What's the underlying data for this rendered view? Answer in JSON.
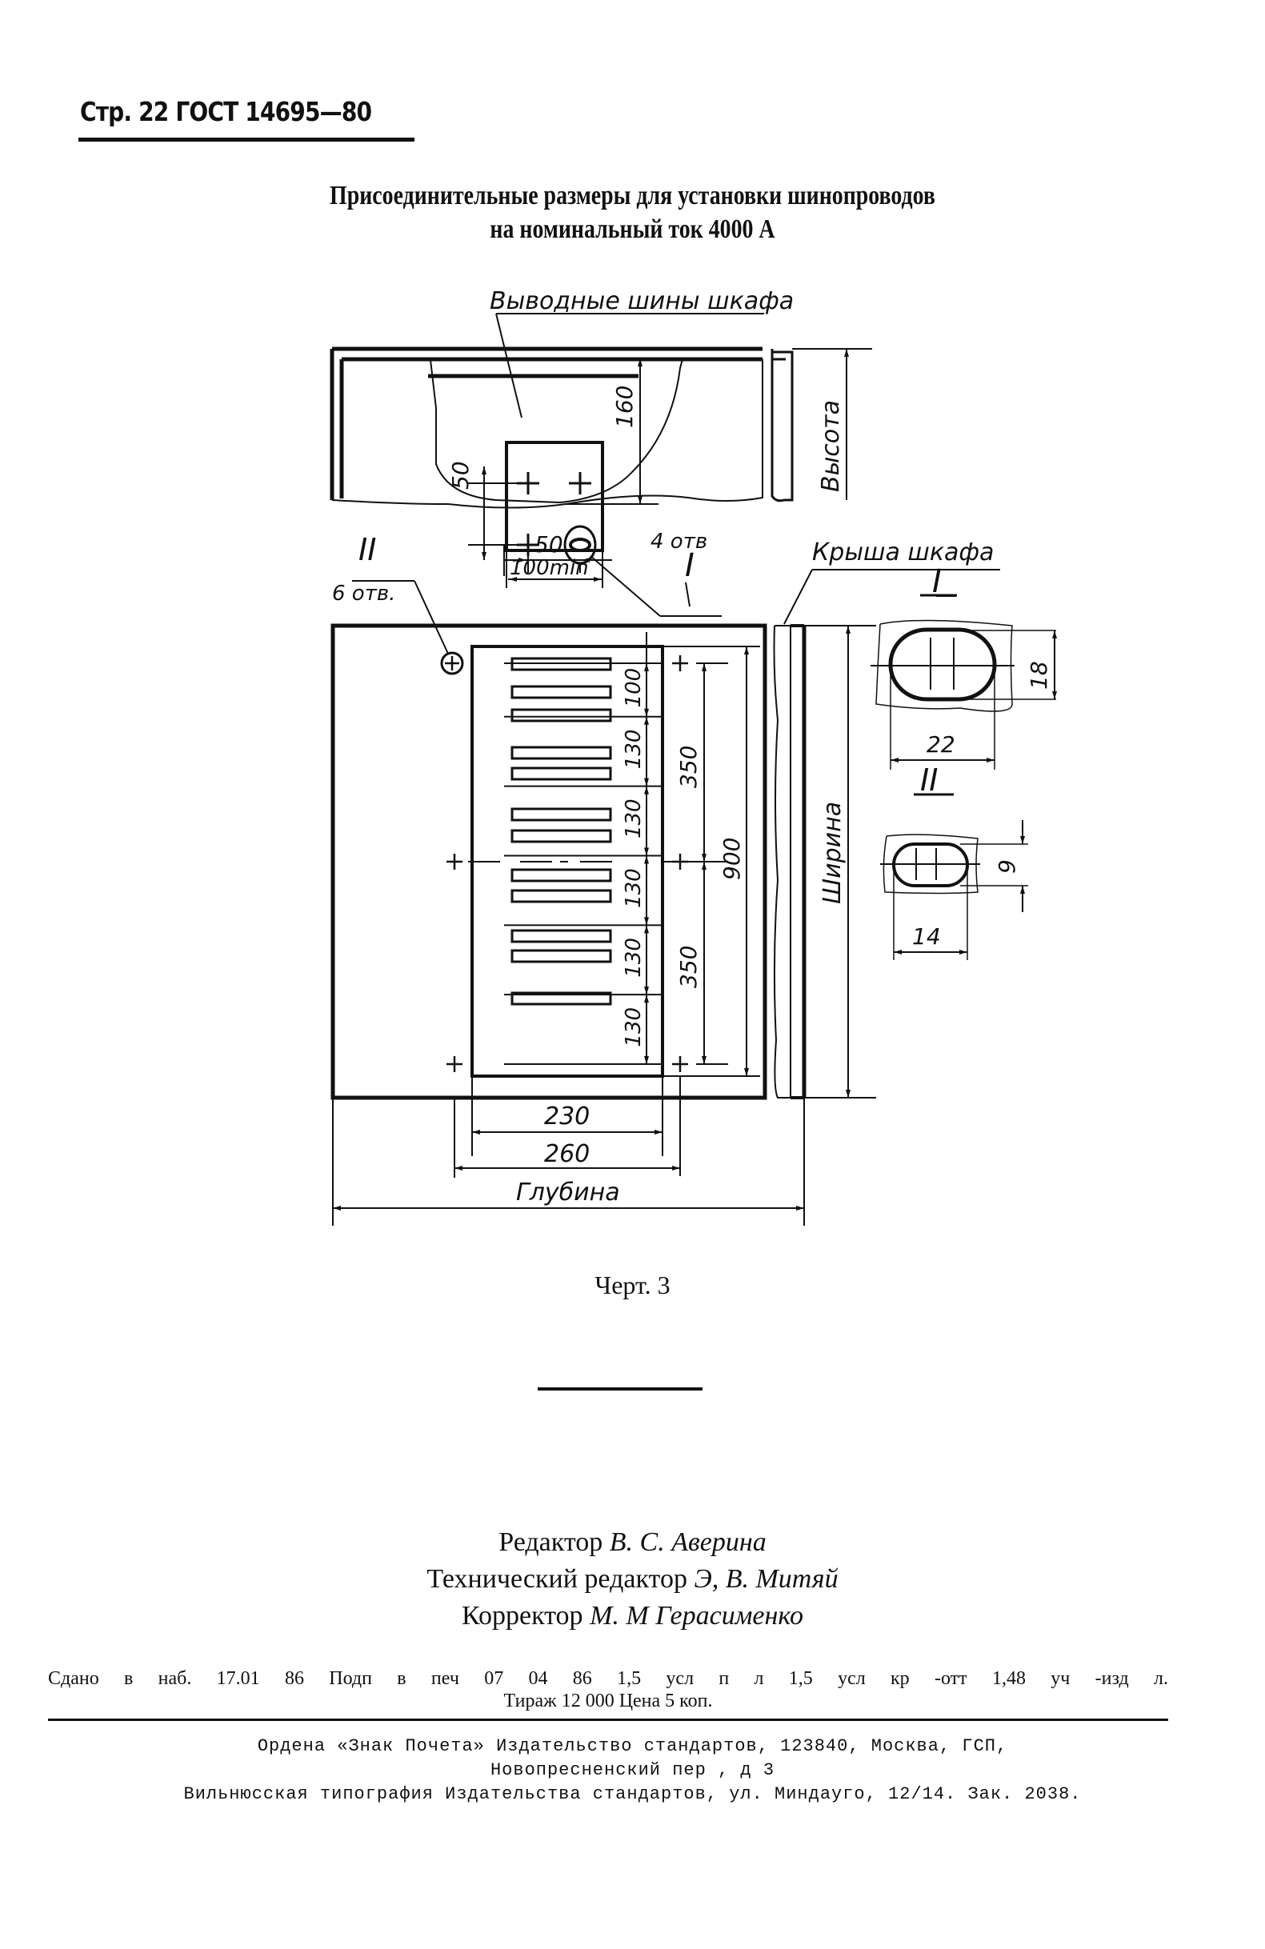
{
  "header": {
    "page_ref": "Стр. 22 ГОСТ 14695—80"
  },
  "title": {
    "line1": "Присоединительные размеры для установки шинопроводов",
    "line2": "на номинальный ток 4000 А"
  },
  "drawing": {
    "labels": {
      "output_buses": "Выводные шины шкафа",
      "cabinet_roof": "Крыша шкафа",
      "height": "Высота",
      "width": "Ширина",
      "depth": "Глубина",
      "view_I": "I",
      "view_II": "II",
      "holes_4": "4 отв",
      "holes_6": "6 отв."
    },
    "dimensions": {
      "top_view": {
        "vertical_pitch": "50",
        "horizontal_pitch": "50",
        "depth_from_top": "160",
        "min_width": "100min"
      },
      "main_view": {
        "spacings": [
          "100",
          "130",
          "130",
          "130",
          "130",
          "130"
        ],
        "half_span_upper": "350",
        "half_span_lower": "350",
        "total_span": "900",
        "inner_depth": "230",
        "outer_depth": "260"
      },
      "detail_I": {
        "width": "22",
        "height": "18"
      },
      "detail_II": {
        "width": "14",
        "height": "9"
      }
    }
  },
  "caption": "Черт. 3",
  "credits": [
    {
      "role": "Редактор",
      "name": "В. С. Аверина"
    },
    {
      "role": "Технический редактор",
      "name": "Э, В. Митяй"
    },
    {
      "role": "Корректор",
      "name": "М. М  Герасименко"
    }
  ],
  "imprint": {
    "line1": "Сдано в наб. 17.01 86 Подп в печ 07 04 86 1,5 усл п л 1,5 усл кр -отт 1,48 уч -изд л.",
    "line2": "Тираж 12 000 Цена 5 коп."
  },
  "publisher": {
    "line1": "Ордена «Знак Почета» Издательство стандартов, 123840, Москва, ГСП,",
    "line2": "Новопресненский пер , д 3",
    "line3": "Вильнюсская типография Издательства стандартов, ул. Миндауго, 12/14. Зак. 2038."
  }
}
